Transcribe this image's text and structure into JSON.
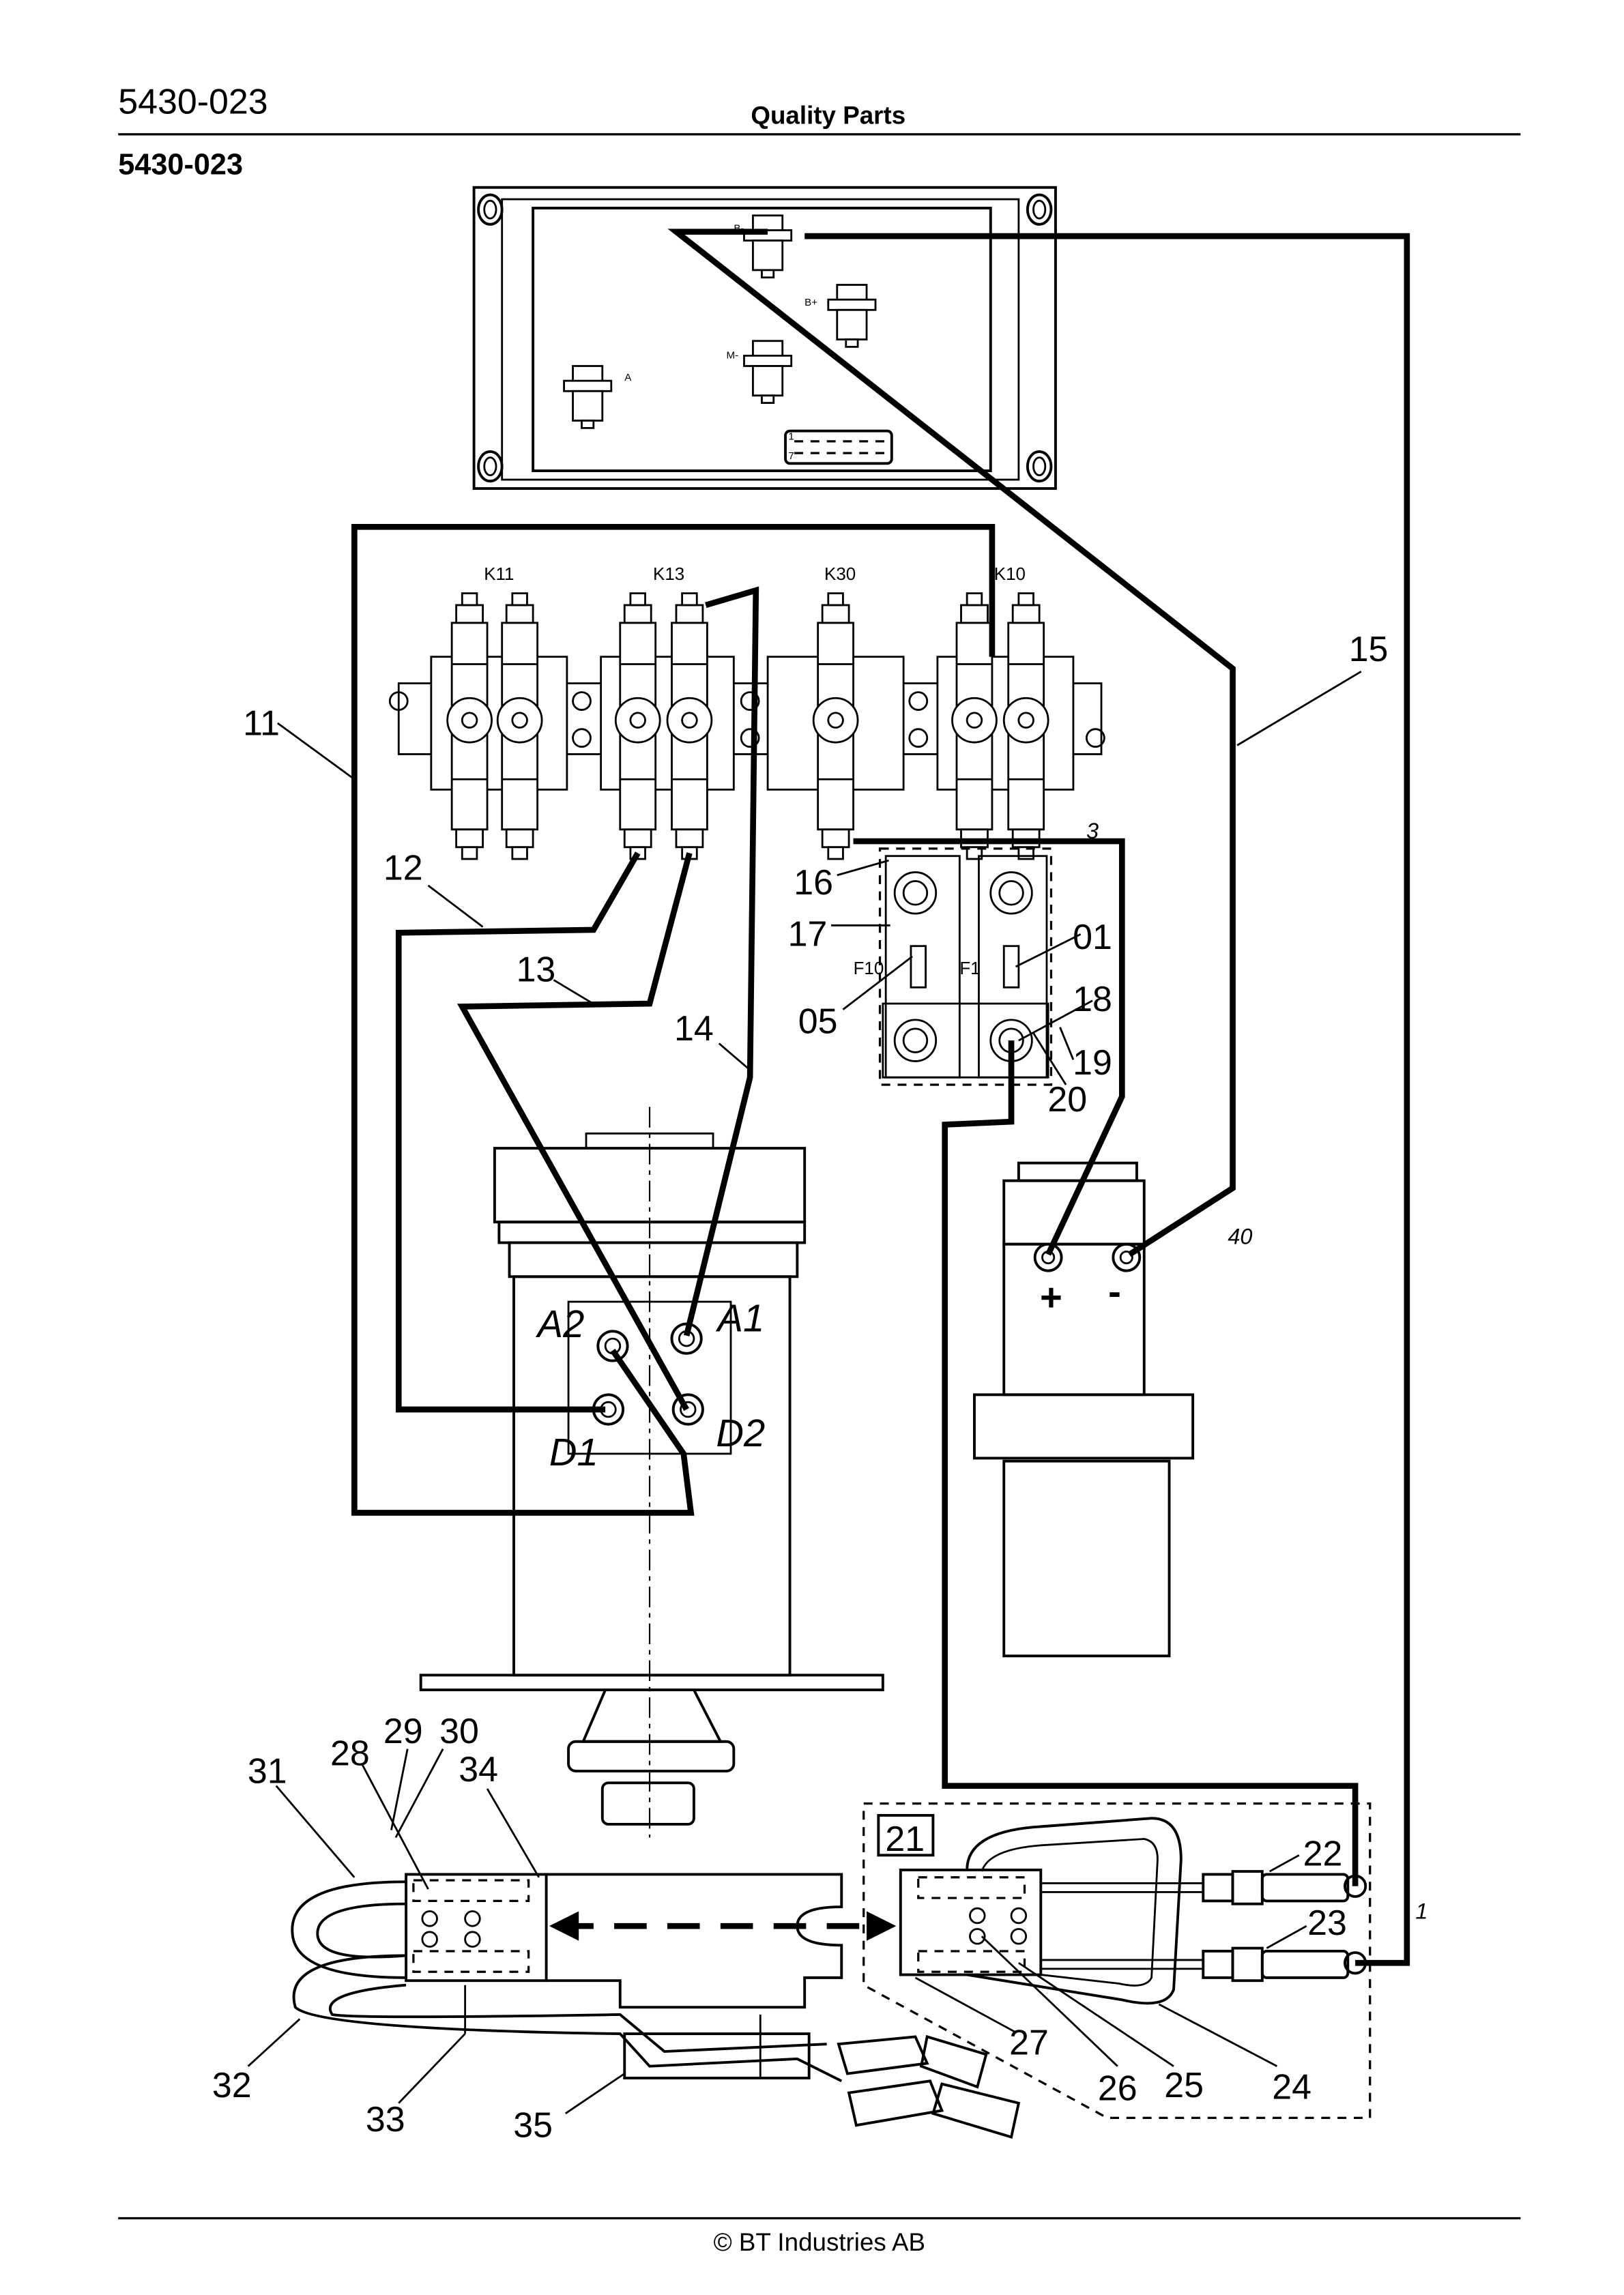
{
  "header": {
    "doc_number": "5430-023",
    "center_title": "Quality Parts",
    "section_title": "5430-023"
  },
  "footer": {
    "copyright": "© BT Industries AB"
  },
  "controller": {
    "terminals": [
      "B-",
      "B+",
      "M-",
      "A",
      "1",
      "7"
    ]
  },
  "contactors": [
    "K11",
    "K13",
    "K30",
    "K10"
  ],
  "fuses": [
    "F10",
    "F1"
  ],
  "motor_terminals": [
    "A1",
    "A2",
    "D1",
    "D2"
  ],
  "pump_terminals": {
    "plus": "+",
    "minus": "-"
  },
  "callouts": [
    "11",
    "12",
    "13",
    "14",
    "15",
    "16",
    "17",
    "01",
    "05",
    "18",
    "19",
    "20",
    "3",
    "40",
    "21",
    "22",
    "23",
    "1",
    "24",
    "25",
    "26",
    "27",
    "28",
    "29",
    "30",
    "31",
    "32",
    "33",
    "34",
    "35"
  ]
}
